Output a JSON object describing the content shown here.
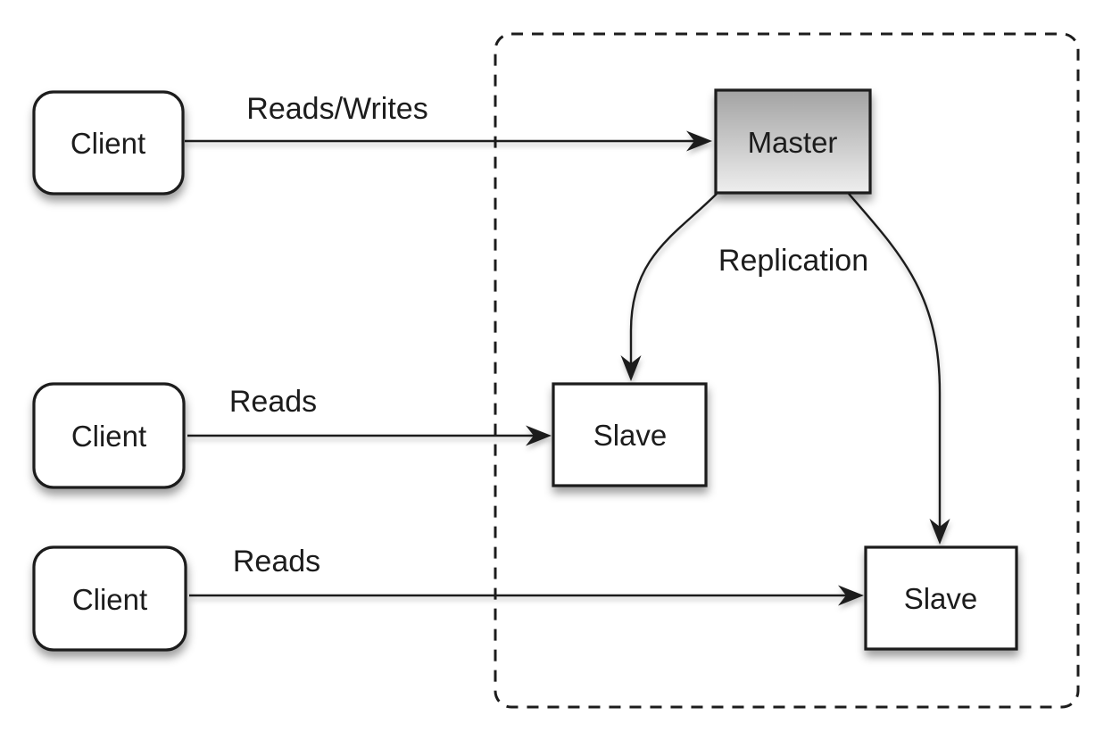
{
  "diagram": {
    "kind": "master-slave-replication",
    "nodes": {
      "clients": [
        {
          "label": "Client"
        },
        {
          "label": "Client"
        },
        {
          "label": "Client"
        }
      ],
      "master": {
        "label": "Master"
      },
      "slaves": [
        {
          "label": "Slave"
        },
        {
          "label": "Slave"
        }
      ]
    },
    "edges": {
      "client1_to_master": {
        "label": "Reads/Writes"
      },
      "client2_to_slave1": {
        "label": "Reads"
      },
      "client3_to_slave2": {
        "label": "Reads"
      },
      "replication": {
        "label": "Replication"
      }
    },
    "colors": {
      "background": "#ffffff",
      "stroke": "#1c1c1c",
      "box_fill": "#ffffff",
      "master_gradient_top": "#a3a3a3",
      "master_gradient_bottom": "#eeeeee"
    }
  }
}
